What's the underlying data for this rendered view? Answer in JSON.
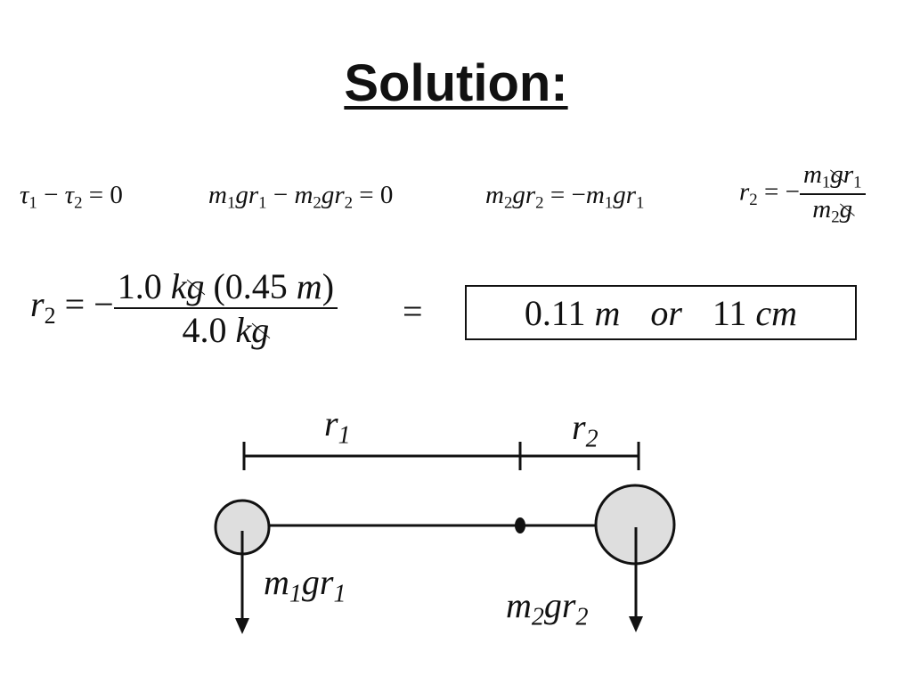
{
  "title": "Solution:",
  "equations": {
    "torque_balance": {
      "lhs": "τ₁ − τ₂ = 0"
    },
    "step2": "m₁gr₁ − m₂gr₂ = 0",
    "step3": "m₂gr₂ = −m₁gr₁",
    "step4": {
      "lhs": "r₂ = −",
      "num": "m₁gr₁",
      "den": "m₂g"
    }
  },
  "calc": {
    "lhs": "r₂ = −",
    "num_a": "1.0",
    "num_unit": "kg",
    "num_b": "(0.45 m)",
    "den_a": "4.0",
    "den_unit": "kg",
    "equals": "="
  },
  "answer": {
    "a": "0.11 m",
    "or": "or",
    "b": "11 cm"
  },
  "diagram": {
    "r1": "r",
    "r1_sub": "1",
    "r2": "r",
    "r2_sub": "2",
    "force1_a": "m",
    "force1_sub1": "1",
    "force1_b": "gr",
    "force1_sub2": "1",
    "force2_a": "m",
    "force2_sub1": "2",
    "force2_b": "gr",
    "force2_sub2": "2",
    "colors": {
      "mass_fill": "#dedede",
      "stroke": "#111111"
    }
  }
}
